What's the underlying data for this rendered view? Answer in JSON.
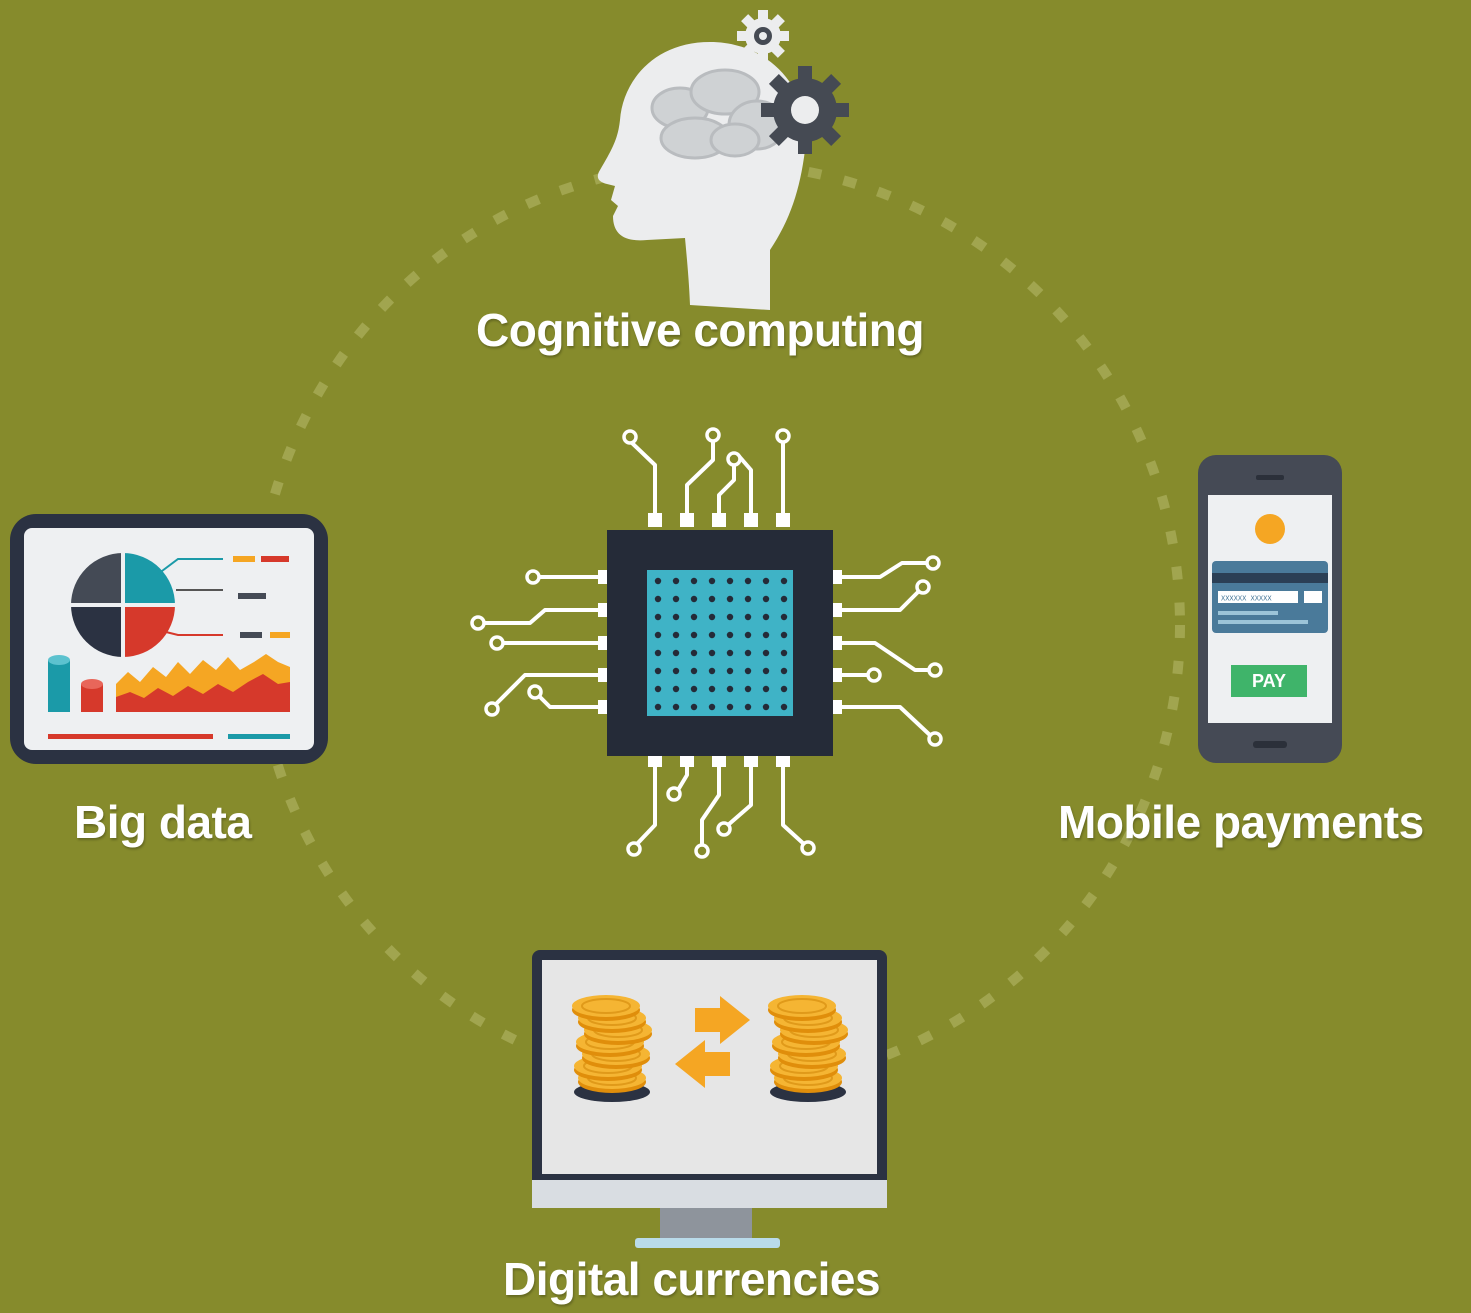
{
  "labels": {
    "cognitive": "Cognitive computing",
    "big_data": "Big data",
    "mobile": "Mobile payments",
    "digital": "Digital currencies"
  },
  "phone": {
    "card_number": "XXXXXX XXXXX",
    "pay_label": "PAY"
  },
  "icons": {
    "cognitive": "head-gears-icon",
    "center": "microchip-icon",
    "big_data": "tablet-chart-icon",
    "mobile": "smartphone-payment-icon",
    "digital": "monitor-coins-exchange-icon"
  },
  "colors": {
    "background": "#868b2c",
    "chip_body": "#252b38",
    "chip_core": "#3fb3c6",
    "accent_orange": "#f5a623",
    "accent_red": "#d6392b",
    "accent_teal": "#1b9aa8",
    "pay_green": "#3fb46a"
  }
}
